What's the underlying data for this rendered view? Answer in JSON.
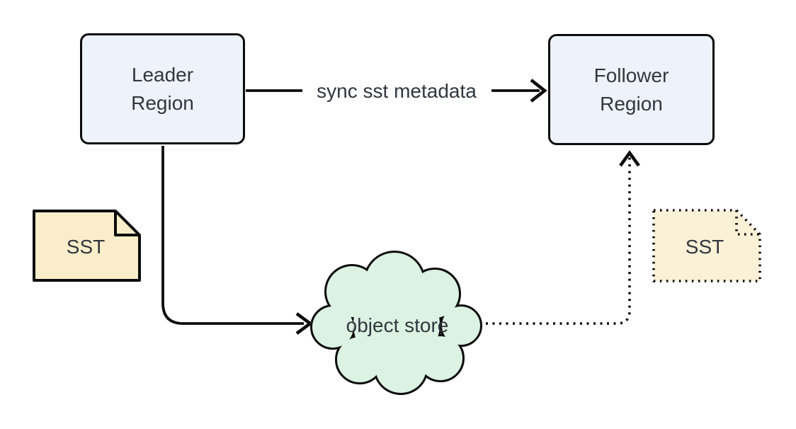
{
  "diagram": {
    "nodes": {
      "leader": {
        "lines": [
          "Leader",
          "Region"
        ]
      },
      "follower": {
        "lines": [
          "Follower",
          "Region"
        ]
      },
      "object_store": {
        "label": "object store",
        "shape": "cloud"
      },
      "sst_source": {
        "label": "SST",
        "shape": "document",
        "border": "solid"
      },
      "sst_replica": {
        "label": "SST",
        "shape": "document",
        "border": "dotted"
      }
    },
    "edges": {
      "sync_metadata": {
        "label": "sync sst metadata",
        "from": "leader",
        "to": "follower",
        "style": "solid-arrow"
      },
      "upload_sst": {
        "label": "",
        "from": "leader",
        "to": "object_store",
        "style": "solid-arrow"
      },
      "replicate_sst": {
        "label": "",
        "from": "object_store",
        "to": "follower",
        "style": "dotted-arrow"
      }
    },
    "colors": {
      "background": "#ffffff",
      "region_fill": "#edf2fb",
      "cloud_fill": "#dcf3e3",
      "sst_fill": "#faeeca",
      "sst_replica_fill": "#fbf1d6",
      "stroke": "#0c0c0c",
      "text": "#31363f"
    }
  }
}
